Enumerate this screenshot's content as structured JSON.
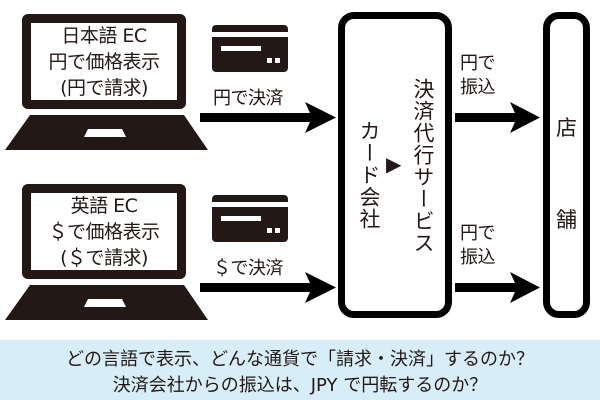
{
  "laptops": [
    {
      "lines": [
        "日本語 EC",
        "円で価格表示",
        "(円で請求)"
      ]
    },
    {
      "lines": [
        "英語 EC",
        "＄で価格表示",
        "(＄で請求)"
      ]
    }
  ],
  "payments": [
    {
      "label": "円で決済"
    },
    {
      "label": "＄で決済"
    }
  ],
  "processor": {
    "left_label": "カード会社",
    "arrow": "▶",
    "right_label": "決済代行サービス"
  },
  "transfers": [
    {
      "line1": "円で",
      "line2": "振込"
    },
    {
      "line1": "円で",
      "line2": "振込"
    }
  ],
  "store": {
    "char1": "店",
    "char2": "舗"
  },
  "caption": {
    "line1": "どの言語で表示、どんな通貨で「請求・決済」するのか？",
    "line2": "決済会社からの振込は、JPY で円転するのか？"
  },
  "colors": {
    "ink": "#231815",
    "band": "#d7eef8"
  }
}
